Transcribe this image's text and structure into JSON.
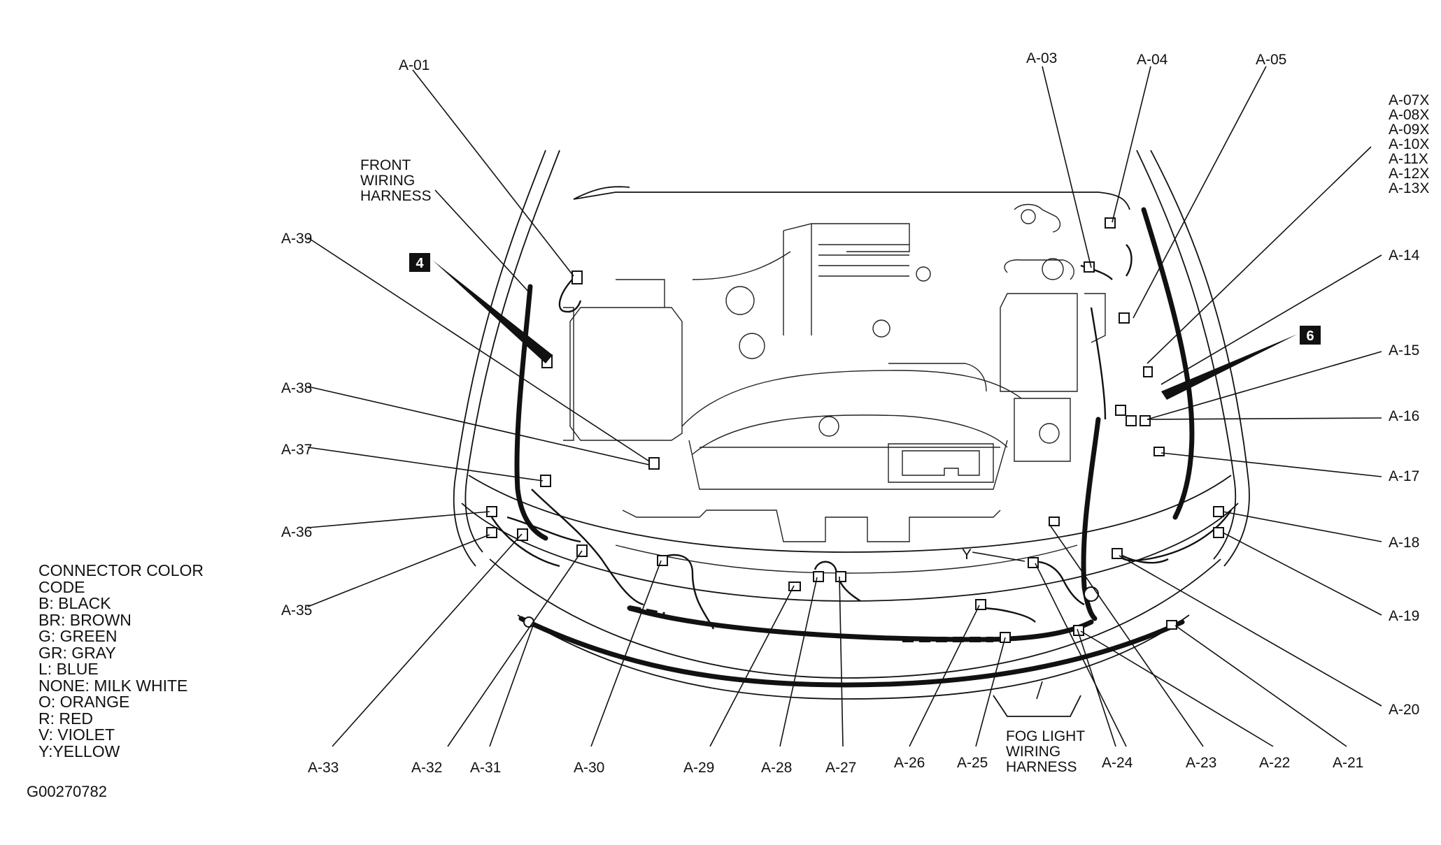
{
  "labels": {
    "a01": "A-01",
    "a03": "A-03",
    "a04": "A-04",
    "a05": "A-05",
    "a07x": "A-07X",
    "a08x": "A-08X",
    "a09x": "A-09X",
    "a10x": "A-10X",
    "a11x": "A-11X",
    "a12x": "A-12X",
    "a13x": "A-13X",
    "a14": "A-14",
    "a15": "A-15",
    "a16": "A-16",
    "a17": "A-17",
    "a18": "A-18",
    "a19": "A-19",
    "a20": "A-20",
    "a21": "A-21",
    "a22": "A-22",
    "a23": "A-23",
    "a24": "A-24",
    "a25": "A-25",
    "a26": "A-26",
    "a27": "A-27",
    "a28": "A-28",
    "a29": "A-29",
    "a30": "A-30",
    "a31": "A-31",
    "a32": "A-32",
    "a33": "A-33",
    "a35": "A-35",
    "a36": "A-36",
    "a37": "A-37",
    "a38": "A-38",
    "a39": "A-39",
    "y": "Y"
  },
  "front_harness": [
    "FRONT",
    "WIRING",
    "HARNESS"
  ],
  "fog_harness": [
    "FOG LIGHT",
    "WIRING",
    "HARNESS"
  ],
  "callouts": {
    "left": "4",
    "right": "6"
  },
  "legend": {
    "title_line1": "CONNECTOR COLOR",
    "title_line2": "CODE",
    "items": [
      "B: BLACK",
      "BR: BROWN",
      "G: GREEN",
      "GR: GRAY",
      "L: BLUE",
      "NONE: MILK WHITE",
      "O: ORANGE",
      "R: RED",
      "V: VIOLET",
      "Y:YELLOW"
    ]
  },
  "figure_id": "G00270782"
}
